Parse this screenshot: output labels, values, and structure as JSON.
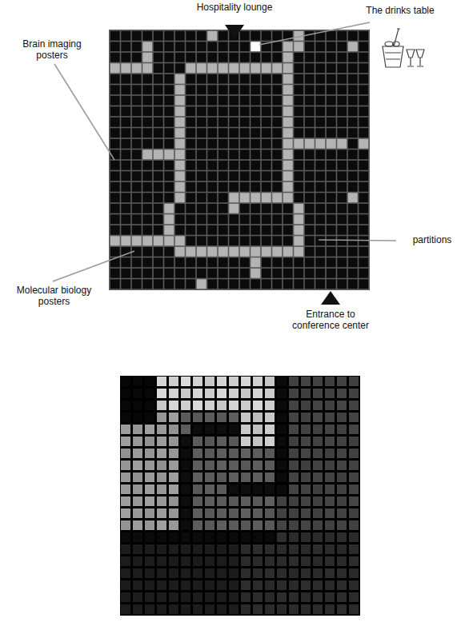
{
  "diagram": {
    "labels": [
      "Hospitality lounge",
      "The drinks table",
      "Brain imaging posters",
      "partitions",
      "Molecular biology posters",
      "Entrance to conference center"
    ]
  }
}
